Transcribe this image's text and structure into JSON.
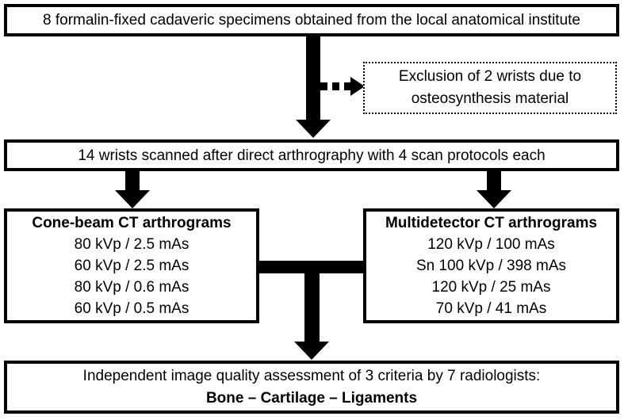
{
  "diagram": {
    "colors": {
      "line": "#000000",
      "background": "#ffffff"
    },
    "boxes": {
      "specimens": {
        "text": "8 formalin-fixed cadaveric specimens obtained from the local anatomical institute"
      },
      "exclusion": {
        "line1": "Exclusion of 2 wrists due to",
        "line2": "osteosynthesis material"
      },
      "wrists": {
        "text": "14 wrists scanned after direct arthrography with 4 scan protocols each"
      },
      "conebeam": {
        "title": "Cone-beam CT arthrograms",
        "protocols": [
          "80 kVp / 2.5 mAs",
          "60 kVp / 2.5 mAs",
          "80 kVp / 0.6 mAs",
          "60 kVp / 0.5 mAs"
        ]
      },
      "multidetector": {
        "title": "Multidetector CT arthrograms",
        "protocols": [
          "120 kVp / 100 mAs",
          "Sn 100 kVp / 398 mAs",
          "120 kVp / 25 mAs",
          "70 kVp / 41 mAs"
        ]
      },
      "assessment": {
        "line1": "Independent image quality assessment of 3 criteria by 7 radiologists:",
        "line2": "Bone – Cartilage – Ligaments"
      }
    }
  }
}
